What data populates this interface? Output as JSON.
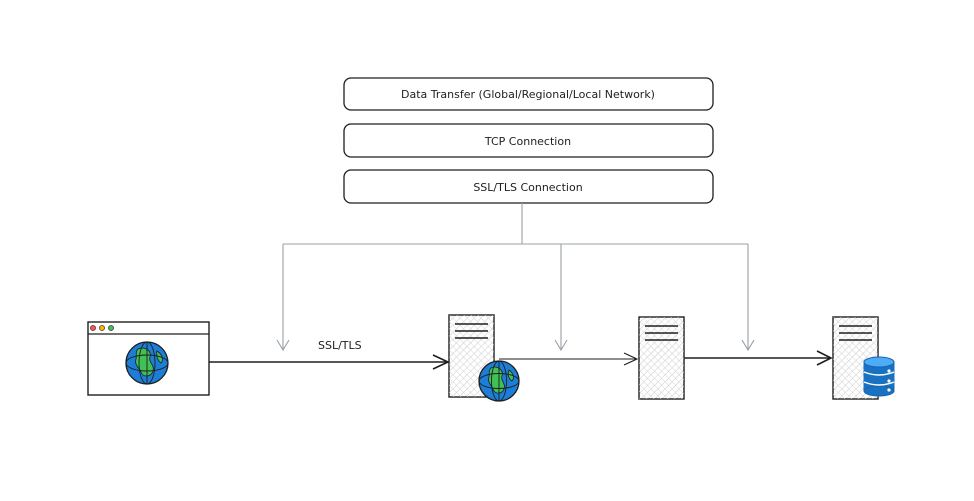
{
  "layers": {
    "data_transfer": "Data Transfer (Global/Regional/Local Network)",
    "tcp": "TCP Connection",
    "ssl_tls": "SSL/TLS Connection"
  },
  "edges": {
    "client_to_web": "SSL/TLS"
  },
  "nodes": {
    "client": "browser-window",
    "web_server": "server-with-globe",
    "app_server": "server",
    "db_server": "server-with-database"
  },
  "colors": {
    "stroke": "#1e1e1e",
    "connector": "#9aa0a6",
    "globe_ocean": "#1c7ed6",
    "globe_land": "#40c057",
    "db_blue": "#1971c2",
    "dot_red": "#fa5252",
    "dot_yellow": "#fab005",
    "dot_green": "#40c057"
  }
}
